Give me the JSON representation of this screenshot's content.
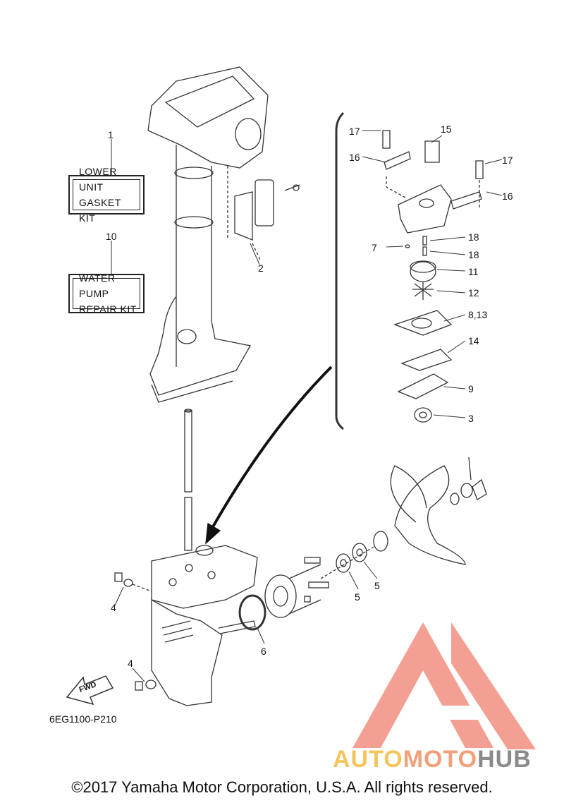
{
  "kits": [
    {
      "callout": "1",
      "lines": [
        "LOWER UNIT",
        "GASKET KIT"
      ]
    },
    {
      "callout": "10",
      "lines": [
        "WATER PUMP",
        "REPAIR KIT"
      ]
    }
  ],
  "callouts": {
    "c2": "2",
    "c3": "3",
    "c4a": "4",
    "c4b": "4",
    "c5a": "5",
    "c5b": "5",
    "c6": "6",
    "c7": "7",
    "c8_13": "8,13",
    "c9": "9",
    "c11": "11",
    "c12": "12",
    "c14": "14",
    "c15": "15",
    "c16a": "16",
    "c16b": "16",
    "c17a": "17",
    "c17b": "17",
    "c18a": "18",
    "c18b": "18"
  },
  "fwd_label": "FWD",
  "diagram_code": "6EG1100-P210",
  "copyright": "©2017 Yamaha Motor Corporation, U.S.A. All rights reserved.",
  "watermark": {
    "part1": "AUTO",
    "part2": "MOTO",
    "part3": "HUB",
    "colors": {
      "auto": "#f5c55d",
      "moto": "#f1a07a",
      "hub": "#8a8a8a",
      "logo": "#f08070"
    }
  }
}
